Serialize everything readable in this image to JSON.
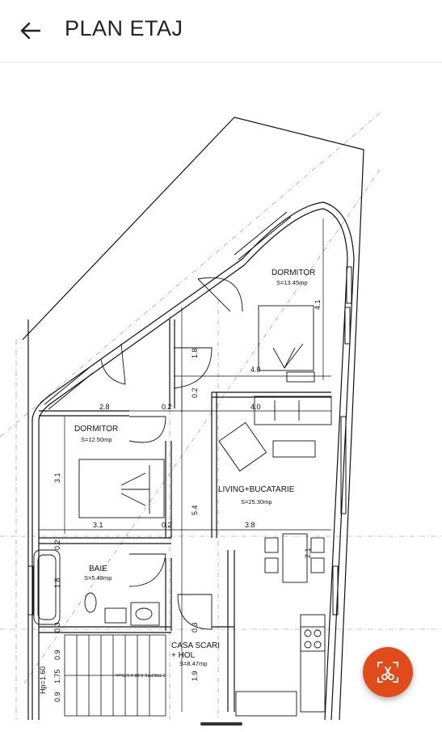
{
  "header": {
    "title": "PLAN ETAJ",
    "back_icon": "arrow-left-icon"
  },
  "plan": {
    "rooms": {
      "dormitor_1": {
        "name": "DORMITOR",
        "area": "S=13.45mp"
      },
      "dormitor_2": {
        "name": "DORMITOR",
        "area": "S=12.50mp"
      },
      "living": {
        "name": "LIVING+BUCATARIE",
        "area": "S=25.30mp"
      },
      "baie": {
        "name": "BAIE",
        "area": "S=5.48mp"
      },
      "casa_scari": {
        "name": "CASA SCARI",
        "name2": "+ HOL",
        "area": "S=8.47mp"
      }
    },
    "dimensions": {
      "d_4_1": "4.1",
      "d_4_0a": "4.0",
      "d_4_0b": "4.0",
      "d_1_8a": "1.8",
      "d_0_2a": "0.2",
      "d_2_8": "2.8",
      "d_0_2b": "0.2",
      "d_3_1v": "3.1",
      "d_3_1h": "3.1",
      "d_0_2c": "0.2",
      "d_3_8": "3.8",
      "d_5_4": "5.4",
      "d_0_2d": "0.2",
      "d_1_8b": "1.8",
      "d_0_3a": "0.3",
      "d_0_3b": "0.3",
      "d_1_9": "1.9",
      "d_0_9a": "0.9",
      "d_0_9b": "0.9",
      "d_1_75": "1.75",
      "d_hp": "Hp=1.60",
      "stair_note": "7 TREPTE 0.28 X 175cm",
      "d_2_1": "2.1"
    }
  },
  "fab": {
    "icon": "crop-cut-icon",
    "color": "#e04b1a"
  }
}
